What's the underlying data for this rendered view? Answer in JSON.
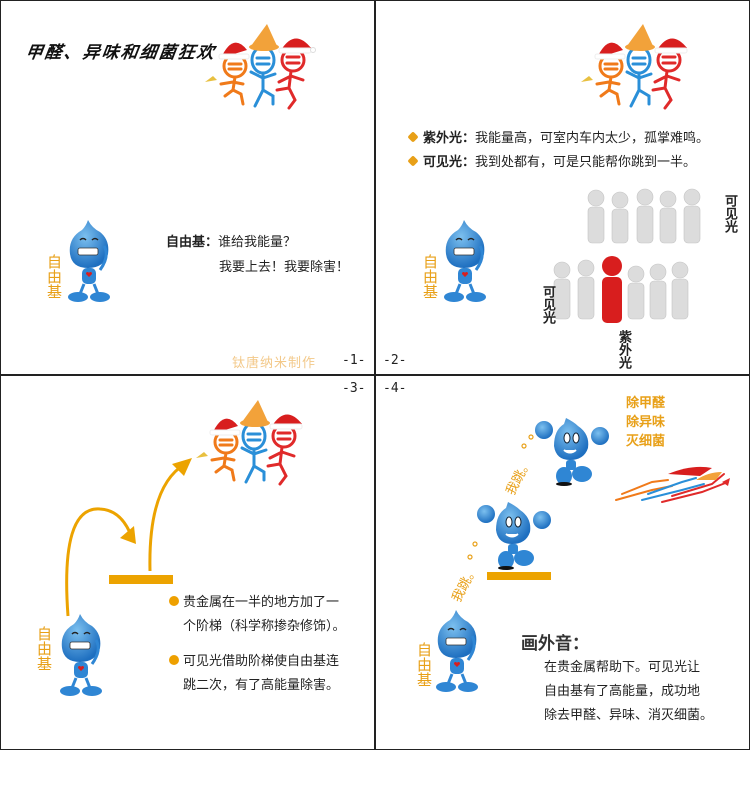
{
  "panels": [
    {
      "id": 1,
      "title": "甲醛、异味和细菌狂欢",
      "character_label": "自由基",
      "speech": {
        "speaker": "自由基",
        "colon": "：",
        "line1": "谁给我能量？",
        "line2": "我要上去！我要除害！"
      },
      "credit": "钛唐纳米制作",
      "page_number": "-1-"
    },
    {
      "id": 2,
      "bullets": [
        {
          "term": "紫外光",
          "colon": "：",
          "text": "我能量高，可室内车内太少，孤掌难鸣。"
        },
        {
          "term": "可见光",
          "colon": "：",
          "text": "我到处都有，可是只能帮你跳到一半。"
        }
      ],
      "character_label": "自由基",
      "crowd_labels": {
        "top_right": "可见光",
        "left": "可见光",
        "red_figure": "紫外光"
      },
      "page_number": "-2-"
    },
    {
      "id": 3,
      "page_number": "-3-",
      "character_label": "自由基",
      "bullets": [
        {
          "line1": "贵金属在一半的地方加了一",
          "line2": "个阶梯（科学称掺杂修饰）。"
        },
        {
          "line1": "可见光借助阶梯使自由基连",
          "line2": "跳二次，有了高能量除害。"
        }
      ]
    },
    {
      "id": 4,
      "page_number": "-4-",
      "effects": [
        "除甲醛",
        "除异味",
        "灭细菌"
      ],
      "jump_labels": [
        "我跳。",
        "我跳。"
      ],
      "character_label": "自由基",
      "narration": {
        "heading": "画外音：",
        "line1": "在贵金属帮助下。可见光让",
        "line2": "自由基有了高能量，成功地",
        "line3": "除去甲醛、异味、消灭细菌。"
      }
    }
  ],
  "colors": {
    "accent_orange": "#e8a018",
    "step_orange": "#eca300",
    "character_blue": "#2f86d4",
    "ultraviolet_red": "#d81e1e",
    "crowd_gray": "#d8d8d8",
    "credit_tan": "#f3c98a",
    "border": "#222222"
  }
}
